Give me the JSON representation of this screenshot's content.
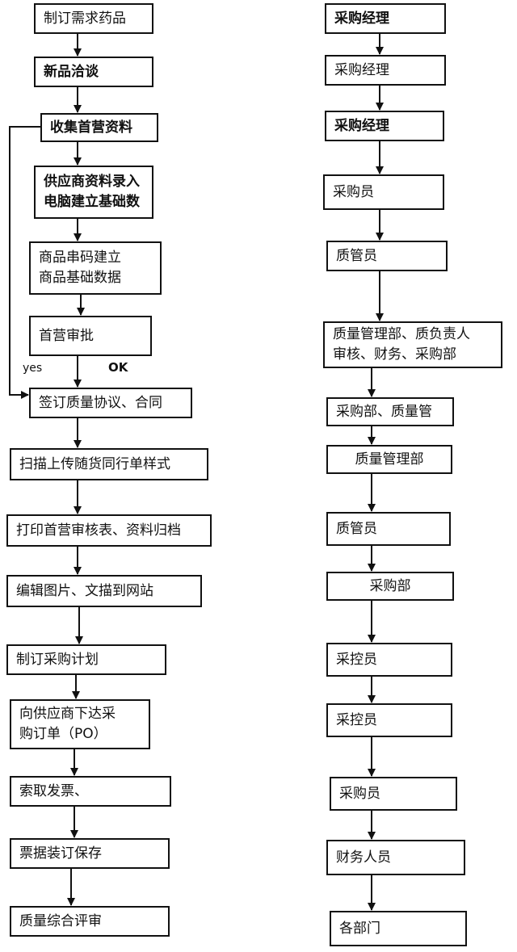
{
  "left_column": [
    {
      "lines": [
        "制订需求药品"
      ]
    },
    {
      "lines": [
        "新品洽谈"
      ]
    },
    {
      "lines": [
        "收集首营资料"
      ]
    },
    {
      "lines": [
        "供应商资料录入",
        "电脑建立基础数"
      ]
    },
    {
      "lines": [
        "商品串码建立",
        "商品基础数据"
      ]
    },
    {
      "lines": [
        "首营审批"
      ]
    },
    {
      "lines": [
        "签订质量协议、合同"
      ]
    },
    {
      "lines": [
        "扫描上传随货同行单样式"
      ]
    },
    {
      "lines": [
        "打印首营审核表、资料归档"
      ]
    },
    {
      "lines": [
        "编辑图片、文描到网站"
      ]
    },
    {
      "lines": [
        "制订采购计划"
      ]
    },
    {
      "lines": [
        "向供应商下达采",
        "购订单（PO）"
      ]
    },
    {
      "lines": [
        "索取发票、"
      ]
    },
    {
      "lines": [
        "票据装订保存"
      ]
    },
    {
      "lines": [
        "质量综合评审"
      ]
    }
  ],
  "right_column": [
    {
      "lines": [
        "采购经理"
      ]
    },
    {
      "lines": [
        "采购经理"
      ]
    },
    {
      "lines": [
        "采购经理"
      ]
    },
    {
      "lines": [
        "采购员"
      ]
    },
    {
      "lines": [
        "质管员"
      ]
    },
    {
      "lines": [
        "质量管理部、质负责人",
        "审核、财务、采购部"
      ]
    },
    {
      "lines": [
        "采购部、质量管"
      ]
    },
    {
      "lines": [
        "质量管理部"
      ]
    },
    {
      "lines": [
        "质管员"
      ]
    },
    {
      "lines": [
        "采购部"
      ]
    },
    {
      "lines": [
        "采控员"
      ]
    },
    {
      "lines": [
        "采控员"
      ]
    },
    {
      "lines": [
        "采购员"
      ]
    },
    {
      "lines": [
        "财务人员"
      ]
    },
    {
      "lines": [
        "各部门"
      ]
    }
  ],
  "labels": {
    "yes": "yes",
    "ok": "OK"
  }
}
